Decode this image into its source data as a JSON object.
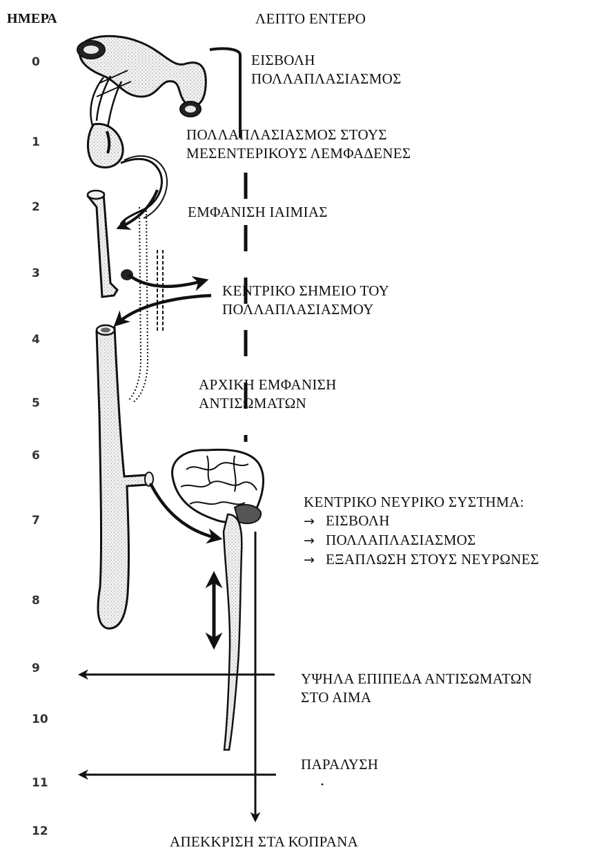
{
  "header": {
    "day_label": "ΗΜΕΡΑ",
    "organ_label": "ΛΕΠΤΟ ΕΝΤΕΡΟ"
  },
  "days": [
    "0",
    "1",
    "2",
    "3",
    "4",
    "5",
    "6",
    "7",
    "8",
    "9",
    "10",
    "11",
    "12"
  ],
  "stages": {
    "invasion": [
      "ΕΙΣΒΟΛΗ",
      "ΠΟΛΛΑΠΛΑΣΙΑΣΜΟΣ"
    ],
    "lymph_nodes": [
      "ΠΟΛΛΑΠΛΑΣΙΑΣΜΟΣ ΣΤΟΥΣ",
      "ΜΕΣΕΝΤΕΡΙΚΟΥΣ ΛΕΜΦΑΔΕΝΕΣ"
    ],
    "viremia": "ΕΜΦΑΝΙΣΗ ΙΑΙΜΙΑΣ",
    "central_site": [
      "ΚΕΝΤΡΙΚΟ ΣΗΜΕΙΟ ΤΟΥ",
      "ΠΟΛΛΑΠΛΑΣΙΑΣΜΟΥ"
    ],
    "antibodies_initial": [
      "ΑΡΧΙΚΗ ΕΜΦΑΝΙΣΗ",
      "ΑΝΤΙΣΩΜΑΤΩΝ"
    ],
    "cns": {
      "title": "ΚΕΝΤΡΙΚΟ ΝΕΥΡΙΚΟ ΣΥΣΤΗΜΑ:",
      "arrow_symbol": "→",
      "items": [
        "ΕΙΣΒΟΛΗ",
        "ΠΟΛΛΑΠΛΑΣΙΑΣΜΟΣ",
        "ΕΞΑΠΛΩΣΗ ΣΤΟΥΣ ΝΕΥΡΩΝΕΣ"
      ]
    },
    "antibodies_high": [
      "ΥΨΗΛΑ ΕΠΙΠΕΔΑ ΑΝΤΙΣΩΜΑΤΩΝ",
      "ΣΤΟ ΑΙΜΑ"
    ],
    "paralysis": "ΠΑΡΑΛΥΣΗ",
    "excretion": "ΑΠΕΚΚΡΙΣΗ ΣΤΑ ΚΟΠΡΑΝΑ"
  },
  "colors": {
    "ink": "#111111",
    "tissue_fill": "#ececec",
    "tissue_stipple": "#9a9a9a"
  }
}
